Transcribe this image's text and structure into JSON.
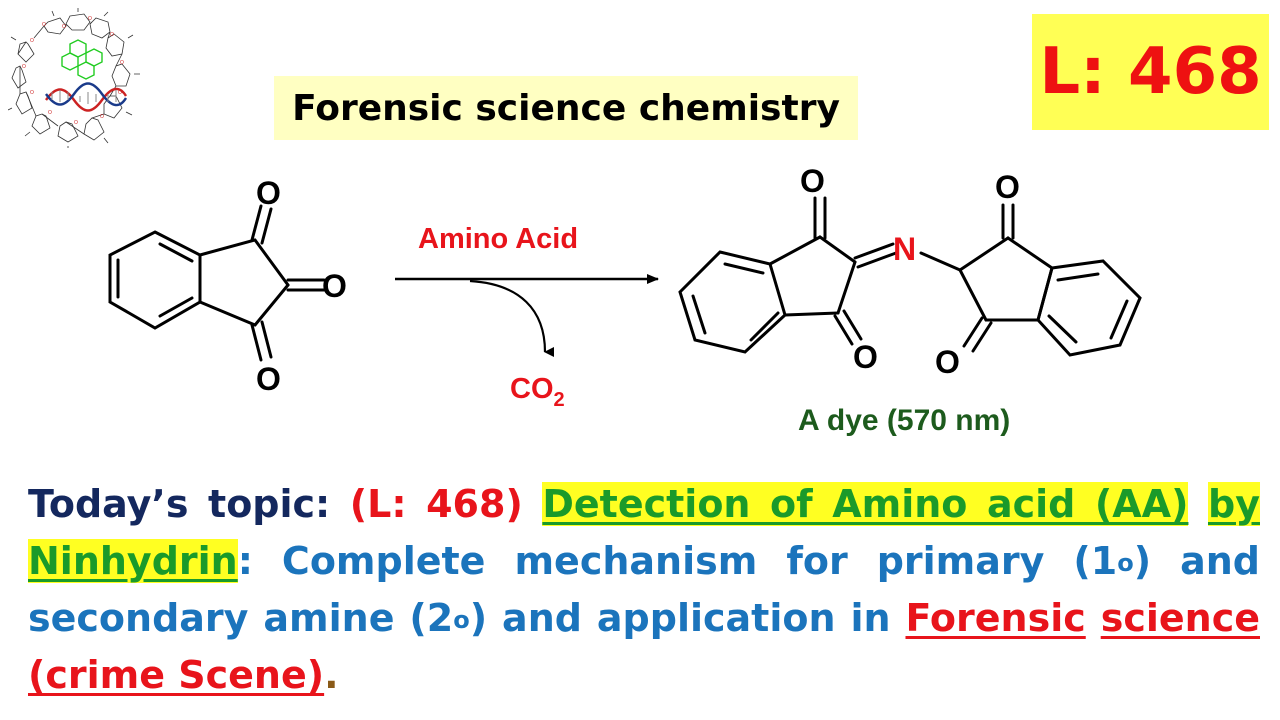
{
  "header": {
    "title": "Forensic science chemistry",
    "lecture_badge": "L: 468"
  },
  "scheme": {
    "reagent_atoms": {
      "o_top": "O",
      "o_right": "O",
      "o_bottom": "O"
    },
    "reagent_label": "Amino Acid",
    "byproduct": {
      "main": "CO",
      "sub": "2"
    },
    "product_atoms": {
      "o1": "O",
      "o2": "O",
      "o3": "O",
      "o4": "O",
      "n": "N"
    },
    "product_caption": "A dye (570 nm)"
  },
  "topic": {
    "intro": "Today’s topic: ",
    "lecture_ref": "(L: 468)",
    "highlight1": "Detection of Amino acid (AA)",
    "highlight2": "by Ninhydrin",
    "colon": ":",
    "body1": " Complete mechanism for primary (1",
    "deg1": "o",
    "body2": ") and secondary amine (2",
    "deg2": "o",
    "body3": ") and application in ",
    "forensic1": "Forensic",
    "forensic2": "science (crime Scene)",
    "period": "."
  },
  "colors": {
    "title_bg": "#ffffc2",
    "badge_bg": "#ffff55",
    "badge_text": "#ee1111",
    "label_red": "#e8141b",
    "caption_green": "#1d5b1d",
    "topic_navy": "#14285e",
    "topic_blue": "#1b74bc",
    "highlight_green": "#1a9a2a",
    "highlight_yellow": "#ffff22"
  },
  "icons": {
    "logo": "cyclodextrin-pyrene-dna-logo-icon"
  }
}
